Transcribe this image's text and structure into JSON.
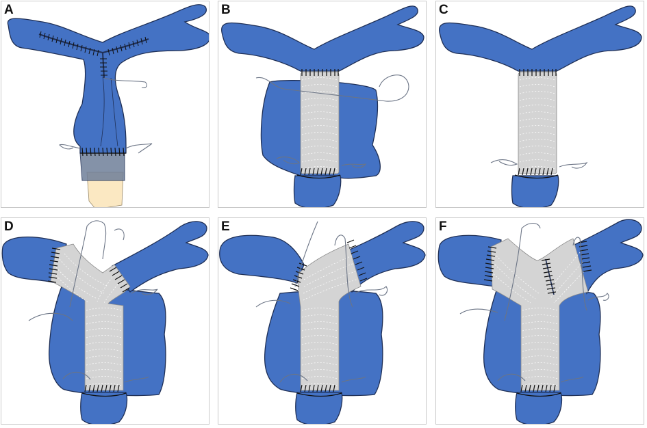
{
  "figure": {
    "panels": [
      {
        "id": "A",
        "label": "A"
      },
      {
        "id": "B",
        "label": "B"
      },
      {
        "id": "C",
        "label": "C"
      },
      {
        "id": "D",
        "label": "D"
      },
      {
        "id": "E",
        "label": "E"
      },
      {
        "id": "F",
        "label": "F"
      }
    ]
  },
  "colors": {
    "vessel": "#4472c4",
    "vessel_outline": "#1f2f55",
    "graft": "#d4d4d4",
    "aortic_root": "#fbe8c2",
    "suture": "#6b7485"
  }
}
